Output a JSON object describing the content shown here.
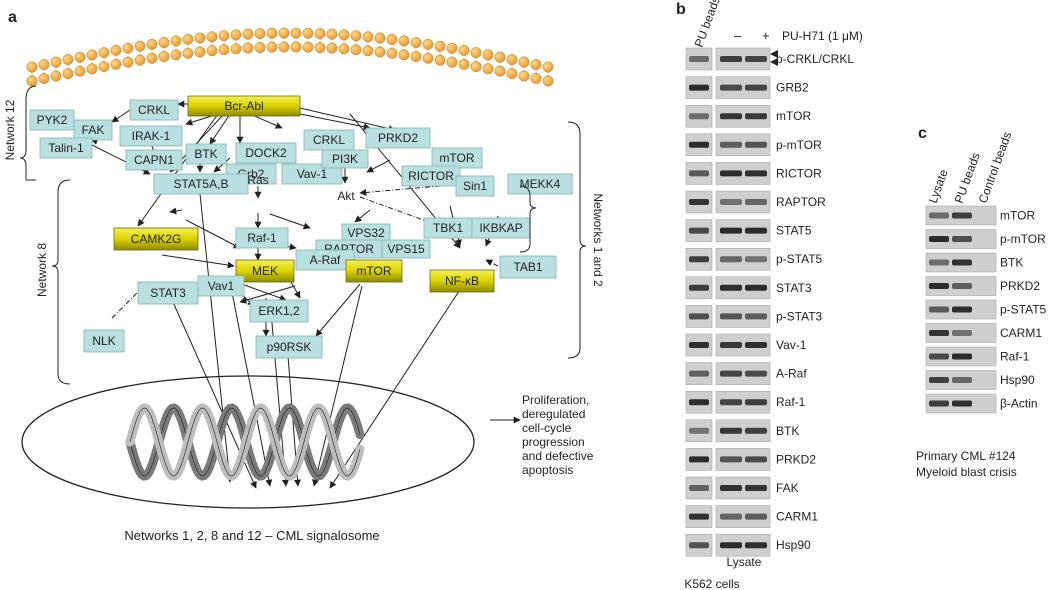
{
  "panels": {
    "a": "a",
    "b": "b",
    "c": "c"
  },
  "network_labels": {
    "n12": "Network 12",
    "n8": "Network 8",
    "n12r": "Networks 1 and 2"
  },
  "nodes": [
    {
      "id": "bcr_abl",
      "label": "Bcr-Abl",
      "style": "yellow"
    },
    {
      "id": "pyk2",
      "label": "PYK2",
      "style": "teal"
    },
    {
      "id": "fak",
      "label": "FAK",
      "style": "teal"
    },
    {
      "id": "crkl1",
      "label": "CRKL",
      "style": "teal"
    },
    {
      "id": "talin1",
      "label": "Talin-1",
      "style": "teal"
    },
    {
      "id": "irak1",
      "label": "IRAK-1",
      "style": "teal"
    },
    {
      "id": "capn1",
      "label": "CAPN1",
      "style": "teal"
    },
    {
      "id": "btk",
      "label": "BTK",
      "style": "teal"
    },
    {
      "id": "dock2",
      "label": "DOCK2",
      "style": "teal"
    },
    {
      "id": "crkl2",
      "label": "CRKL",
      "style": "teal"
    },
    {
      "id": "prkd2",
      "label": "PRKD2",
      "style": "teal"
    },
    {
      "id": "mtor1",
      "label": "mTOR",
      "style": "teal"
    },
    {
      "id": "rictor",
      "label": "RICTOR",
      "style": "teal"
    },
    {
      "id": "sin1",
      "label": "Sin1",
      "style": "teal"
    },
    {
      "id": "mekk4",
      "label": "MEKK4",
      "style": "teal"
    },
    {
      "id": "grb2",
      "label": "Grb2",
      "style": "teal"
    },
    {
      "id": "vav1a",
      "label": "Vav-1",
      "style": "teal"
    },
    {
      "id": "pi3k",
      "label": "PI3K",
      "style": "teal"
    },
    {
      "id": "stat5ab",
      "label": "STAT5A,B",
      "style": "teal"
    },
    {
      "id": "tbk1",
      "label": "TBK1",
      "style": "teal"
    },
    {
      "id": "ikbkap",
      "label": "IKBKAP",
      "style": "teal"
    },
    {
      "id": "camk2g",
      "label": "CAMK2G",
      "style": "yellow"
    },
    {
      "id": "raf1",
      "label": "Raf-1",
      "style": "teal"
    },
    {
      "id": "vps32",
      "label": "VPS32",
      "style": "teal"
    },
    {
      "id": "raptor",
      "label": "RAPTOR",
      "style": "teal"
    },
    {
      "id": "vps15",
      "label": "VPS15",
      "style": "teal"
    },
    {
      "id": "araf",
      "label": "A-Raf",
      "style": "teal"
    },
    {
      "id": "mek",
      "label": "MEK",
      "style": "yellow"
    },
    {
      "id": "mtor2",
      "label": "mTOR",
      "style": "yellow"
    },
    {
      "id": "tab1",
      "label": "TAB1",
      "style": "teal"
    },
    {
      "id": "nfkb",
      "label": "NF-κB",
      "style": "yellow"
    },
    {
      "id": "stat3",
      "label": "STAT3",
      "style": "teal"
    },
    {
      "id": "vav1b",
      "label": "Vav1",
      "style": "teal"
    },
    {
      "id": "erk12",
      "label": "ERK1,2",
      "style": "teal"
    },
    {
      "id": "nlk",
      "label": "NLK",
      "style": "teal"
    },
    {
      "id": "p90rsk",
      "label": "p90RSK",
      "style": "teal"
    }
  ],
  "free_labels": {
    "ras": "Ras",
    "akt": "Akt"
  },
  "outcome": [
    "Proliferation,",
    "deregulated",
    "cell-cycle",
    "progression",
    "and defective",
    "apoptosis"
  ],
  "caption_a": "Networks 1, 2, 8 and 12 – CML signalosome",
  "panel_b": {
    "col_headers": [
      "PU beads",
      "–",
      "+",
      "PU-H71 (1 μM)"
    ],
    "rows": [
      "p-CRKL/CRKL",
      "GRB2",
      "mTOR",
      "p-mTOR",
      "RICTOR",
      "RAPTOR",
      "STAT5",
      "p-STAT5",
      "STAT3",
      "p-STAT3",
      "Vav-1",
      "A-Raf",
      "Raf-1",
      "BTK",
      "PRKD2",
      "FAK",
      "CARM1",
      "Hsp90"
    ],
    "lysate": "Lysate",
    "cells": "K562 cells"
  },
  "panel_c": {
    "col_headers": [
      "Lysate",
      "PU beads",
      "Control beads"
    ],
    "rows": [
      "mTOR",
      "p-mTOR",
      "BTK",
      "PRKD2",
      "p-STAT5",
      "CARM1",
      "Raf-1",
      "Hsp90",
      "β-Actin"
    ],
    "caption": [
      "Primary CML #124",
      "Myeloid blast crisis"
    ]
  },
  "colors": {
    "teal": "#b9dfe0",
    "yellow": "#d8d200",
    "membrane": "#f2a93b"
  }
}
